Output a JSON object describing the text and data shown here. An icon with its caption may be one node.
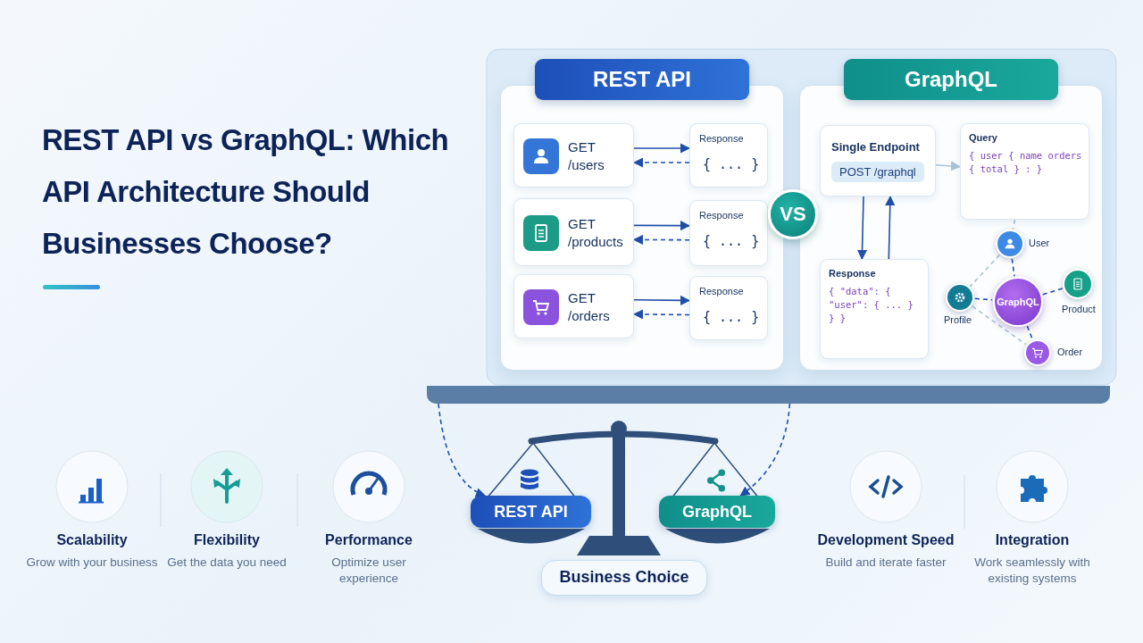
{
  "diagram": {
    "title": "REST API vs GraphQL: Which API Architecture Should Businesses Choose?",
    "nodes": [
      {
        "text": [
          "REST API"
        ]
      },
      {
        "text": [
          "GET /users"
        ],
        "in": 0
      },
      {
        "text": [
          "Response",
          "{ ... }"
        ],
        "in": 0
      },
      {
        "text": [
          "GET /products"
        ],
        "in": 0
      },
      {
        "text": [
          "Response",
          "{ ... }"
        ],
        "in": 0
      },
      {
        "text": [
          "GET /orders"
        ],
        "in": 0
      },
      {
        "text": [
          "Response",
          "{ ... }"
        ],
        "in": 0
      },
      {
        "text": [
          "VS"
        ]
      },
      {
        "text": [
          "GraphQL"
        ]
      },
      {
        "text": [
          "Single Endpoint",
          "POST /graphql"
        ],
        "in": 8
      },
      {
        "text": [
          "Query",
          "{ user { name orders { total } : }"
        ],
        "in": 8
      },
      {
        "text": [
          "Response",
          "{ \"data\": { \"user\": { ... } } }"
        ],
        "in": 8
      },
      {
        "text": [],
        "shape": "circle",
        "beside": [
          "User"
        ],
        "in": 8
      },
      {
        "text": [],
        "shape": "circle",
        "beside": [
          "Profile"
        ],
        "in": 8
      },
      {
        "text": [
          "GraphQL"
        ],
        "in": 8
      },
      {
        "text": [],
        "shape": "circle",
        "beside": [
          "Product"
        ],
        "in": 8
      },
      {
        "text": [],
        "shape": "circle",
        "beside": [
          "Order"
        ],
        "in": 8
      },
      {
        "text": [
          "REST API"
        ]
      },
      {
        "text": [
          "GraphQL"
        ]
      },
      {
        "text": [
          "Business Choice"
        ]
      },
      {
        "text": [],
        "shape": "bar"
      }
    ],
    "edges": [
      {
        "from": 1,
        "to": 2,
        "arrow": "to"
      },
      {
        "from": 2,
        "to": 1,
        "arrow": "to",
        "style": "dashed"
      },
      {
        "from": 3,
        "to": 4,
        "arrow": "to"
      },
      {
        "from": 4,
        "to": 3,
        "arrow": "to",
        "style": "dashed"
      },
      {
        "from": 5,
        "to": 6,
        "arrow": "to"
      },
      {
        "from": 6,
        "to": 5,
        "arrow": "to",
        "style": "dashed"
      },
      {
        "from": 9,
        "to": 11,
        "arrow": "to"
      },
      {
        "from": 11,
        "to": 9,
        "arrow": "to"
      },
      {
        "from": 9,
        "to": 10,
        "arrow": "to",
        "color": "#a9c4d6"
      },
      {
        "from": 10,
        "to": 12,
        "arrow": "none",
        "style": "dashed",
        "color": "#a9c4d6"
      },
      {
        "from": 12,
        "to": 14,
        "arrow": "none",
        "style": "dashed"
      },
      {
        "from": 13,
        "to": 14,
        "arrow": "none",
        "style": "dashed"
      },
      {
        "from": 14,
        "to": 15,
        "arrow": "none",
        "style": "dashed"
      },
      {
        "from": 14,
        "to": 16,
        "arrow": "none",
        "style": "dashed"
      },
      {
        "from": 12,
        "to": 13,
        "arrow": "none",
        "style": "dashed",
        "color": "#a9c4d6"
      },
      {
        "from": 13,
        "to": 16,
        "arrow": "none",
        "style": "dashed",
        "color": "#a9c4d6"
      },
      {
        "from": 20,
        "to": 17,
        "arrow": "to",
        "style": "dashed"
      },
      {
        "from": 20,
        "to": 18,
        "arrow": "to",
        "style": "dashed"
      }
    ],
    "labels": [
      "Scalability",
      "Grow with your business",
      "Flexibility",
      "Get the data you need",
      "Performance",
      "Optimize user experience",
      "Development Speed",
      "Build and iterate faster",
      "Integration",
      "Work seamlessly with existing systems"
    ]
  }
}
